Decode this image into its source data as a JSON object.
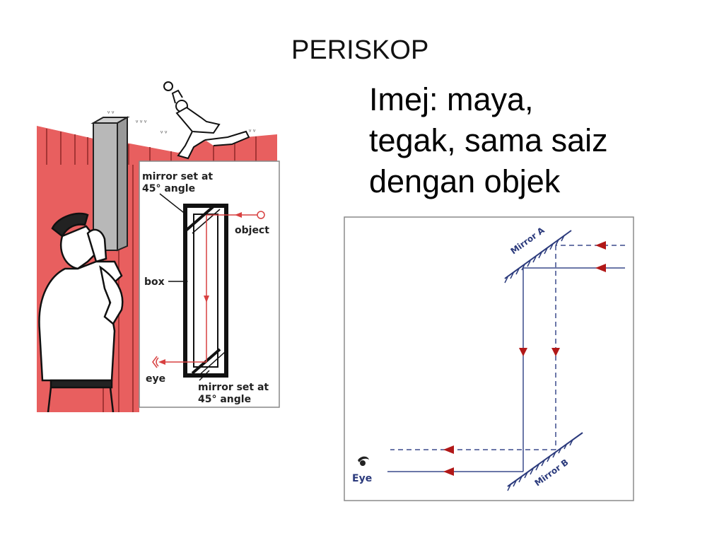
{
  "slide": {
    "title": "PERISKOP",
    "image_description_lines": [
      "Imej: maya,",
      "tegak, sama saiz",
      "dengan objek"
    ]
  },
  "illustration": {
    "labels": {
      "mirror_top_line1": "mirror set at",
      "mirror_top_line2": "45° angle",
      "object": "object",
      "box": "box",
      "eye": "eye",
      "mirror_bottom_line1": "mirror set at",
      "mirror_bottom_line2": "45° angle"
    }
  },
  "ray_diagram": {
    "labels": {
      "mirror_a": "Mirror A",
      "mirror_b": "Mirror B",
      "eye": "Eye"
    },
    "colors": {
      "ray": "#3a4a8c",
      "arrow": "#b11818",
      "label": "#2b3a7c"
    }
  }
}
